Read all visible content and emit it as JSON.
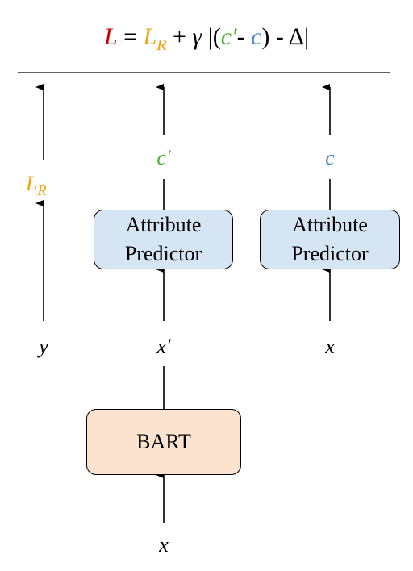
{
  "formula": {
    "L": "L",
    "eq": " = ",
    "LR_L": "L",
    "LR_sub": "R",
    "plus": " + ",
    "gamma": "γ",
    "open": " |(",
    "cprime": "c′",
    "minus": "- ",
    "c": "c",
    "close": ") - Δ|"
  },
  "left_column": {
    "loss_L": "L",
    "loss_sub": "R",
    "input": "y"
  },
  "middle_column": {
    "output": "c′",
    "predictor_line1": "Attribute",
    "predictor_line2": "Predictor",
    "input": "x′",
    "generator": "BART",
    "source": "x"
  },
  "right_column": {
    "output": "c",
    "predictor_line1": "Attribute",
    "predictor_line2": "Predictor",
    "input": "x"
  },
  "colors": {
    "L_total": "#cc0000",
    "L_R": "#f0a30a",
    "c_prime": "#4caf2f",
    "c": "#4a86d4",
    "predictor_fill": "#d6e5f3",
    "bart_fill": "#fbe3cf"
  }
}
